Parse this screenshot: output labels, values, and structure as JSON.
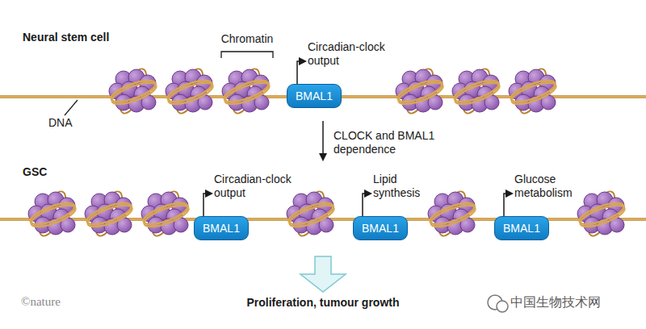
{
  "diagram": {
    "nodes": [
      {
        "text": [
          "BMAL1"
        ]
      },
      {
        "text": [
          "BMAL1"
        ]
      },
      {
        "text": [
          "BMAL1"
        ]
      },
      {
        "text": [
          "BMAL1"
        ]
      }
    ],
    "labels": [
      "Neural stem cell",
      "Chromatin",
      "DNA",
      "Circadian-clock output",
      "CLOCK and BMAL1 dependence",
      "GSC",
      "Circadian-clock output",
      "Lipid synthesis",
      "Glucose metabolism",
      "Proliferation, tumour growth",
      "©nature",
      "中国生物技术网"
    ]
  }
}
